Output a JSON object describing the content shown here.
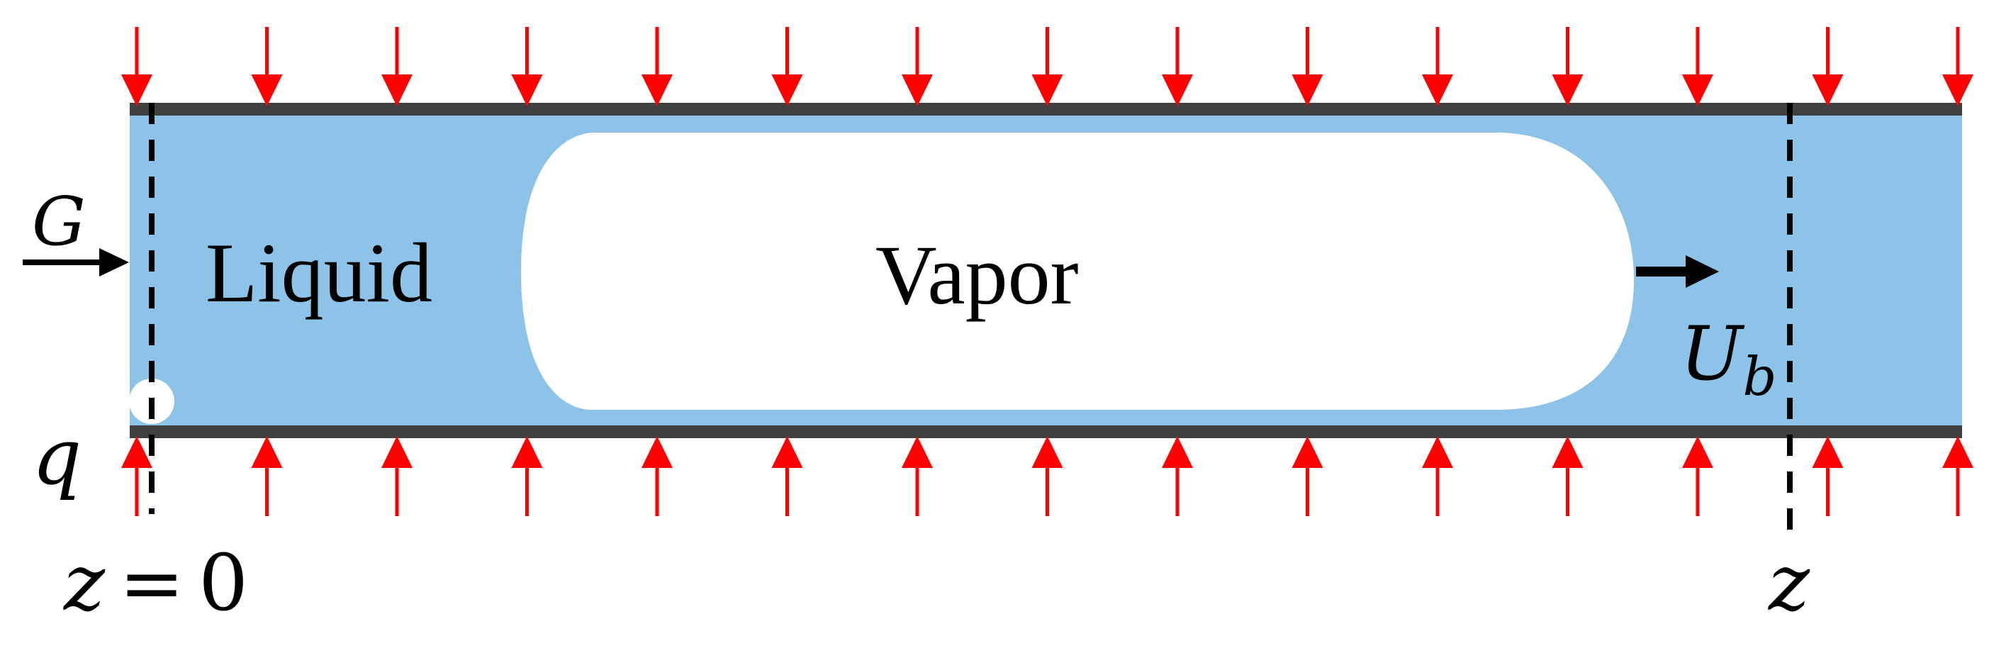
{
  "labels": {
    "liquid": "Liquid",
    "vapor": "Vapor",
    "mass_flux": "G",
    "heat_flux": "q",
    "bubble_velocity_main": "U",
    "bubble_velocity_sub": "b",
    "origin_var": "z",
    "origin_eq": "=",
    "origin_val": "0",
    "position_var": "z"
  },
  "colors": {
    "liquid": "#8dc3e8",
    "vapor": "#ffffff",
    "wall": "#404040",
    "heat_arrow": "#ff0000",
    "flow_arrow": "#000000"
  }
}
